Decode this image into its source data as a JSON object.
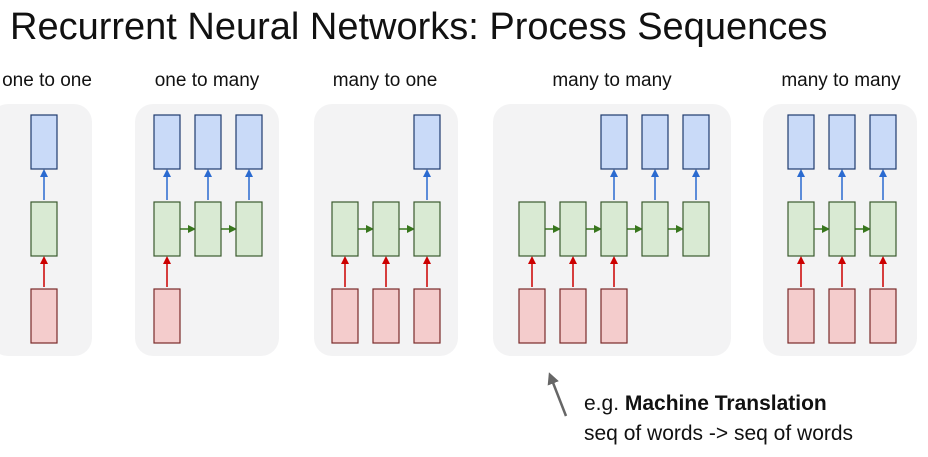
{
  "title": "Recurrent Neural Networks: Process Sequences",
  "colors": {
    "panel": "#f3f3f4",
    "output_fill": "#c9daf8",
    "output_stroke": "#1f3a6e",
    "hidden_fill": "#d9ead3",
    "hidden_stroke": "#3a5a2e",
    "input_fill": "#f4cccc",
    "input_stroke": "#7a2a2a",
    "arrow_up_output": "#2a6ad0",
    "arrow_up_input": "#cc0000",
    "arrow_recurrent": "#38761d",
    "pointer": "#666666"
  },
  "panels": [
    {
      "label": "one to one",
      "inputs": 1,
      "outputs": 1
    },
    {
      "label": "one to many",
      "inputs": 1,
      "outputs": 3
    },
    {
      "label": "many to one",
      "inputs": 3,
      "outputs": 1
    },
    {
      "label": "many to many",
      "inputs": 3,
      "outputs": 3
    },
    {
      "label": "many to many",
      "inputs": 3,
      "outputs": 3
    }
  ],
  "annotation": {
    "prefix": "e.g. ",
    "emphasis": "Machine Translation",
    "line2": "seq of words -> seq of words"
  }
}
